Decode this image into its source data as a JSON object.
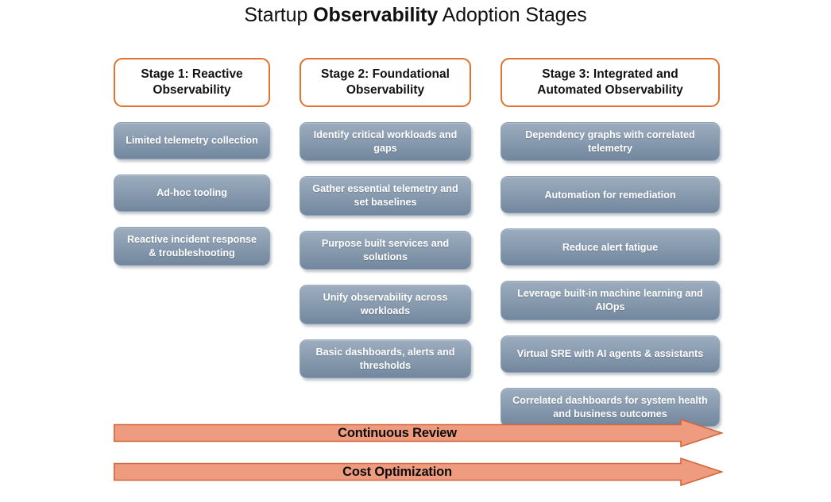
{
  "page": {
    "title_prefix": "Startup ",
    "title_emphasis": "Observability",
    "title_suffix": " Adoption Stages",
    "title_full": "Startup Observability Adoption Stages",
    "background_color": "#ffffff"
  },
  "colors": {
    "header_border": "#E2722E",
    "header_fill": "#FFFFFF",
    "item_fill_top": "#9DADBF",
    "item_fill_bottom": "#72879E",
    "item_text": "#FFFFFF",
    "arrow_fill": "#EE9B80",
    "arrow_border": "#D4663E",
    "arrow_text": "#0D0D0D",
    "title_text": "#111111"
  },
  "columns": [
    {
      "id": "stage-1",
      "header": "Stage 1: Reactive Observability",
      "items": [
        "Limited telemetry collection",
        "Ad-hoc tooling",
        "Reactive incident response & troubleshooting"
      ]
    },
    {
      "id": "stage-2",
      "header": "Stage 2: Foundational Observability",
      "items": [
        "Identify critical workloads and gaps",
        "Gather essential telemetry and set baselines",
        "Purpose built services and solutions",
        "Unify observability across workloads",
        "Basic dashboards, alerts and thresholds"
      ]
    },
    {
      "id": "stage-3",
      "header": "Stage 3: Integrated and Automated Observability",
      "items": [
        "Dependency graphs with correlated telemetry",
        "Automation for remediation",
        "Reduce alert fatigue",
        "Leverage built-in machine learning and AIOps",
        "Virtual SRE with AI agents & assistants",
        "Correlated dashboards for system health and business outcomes"
      ]
    }
  ],
  "arrows": [
    {
      "id": "continuous-review",
      "label": "Continuous Review"
    },
    {
      "id": "cost-optimization",
      "label": "Cost Optimization"
    }
  ]
}
